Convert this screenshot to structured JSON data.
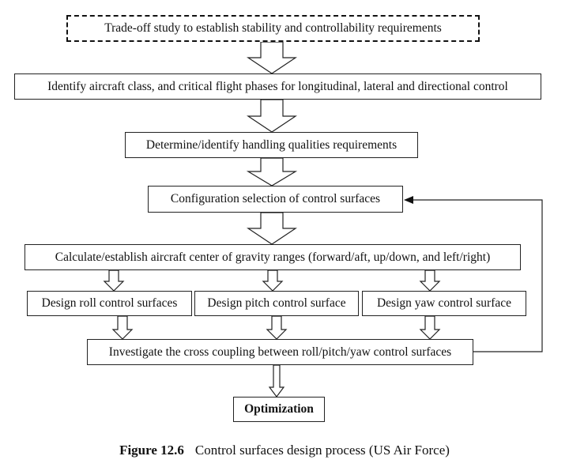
{
  "boxes": {
    "tradeoff": "Trade-off study to establish stability and controllability requirements",
    "identify": "Identify aircraft class, and critical flight phases for longitudinal, lateral and directional control",
    "handling": "Determine/identify handling qualities requirements",
    "config": "Configuration selection of control surfaces",
    "cg": "Calculate/establish aircraft center of gravity ranges (forward/aft, up/down, and left/right)",
    "roll": "Design roll control surfaces",
    "pitch": "Design pitch control surface",
    "yaw": "Design yaw control surface",
    "coupling": "Investigate the cross coupling between roll/pitch/yaw control surfaces",
    "optimization": "Optimization"
  },
  "caption": {
    "figure_number": "Figure 12.6",
    "text": "Control surfaces design process (US Air Force)"
  }
}
